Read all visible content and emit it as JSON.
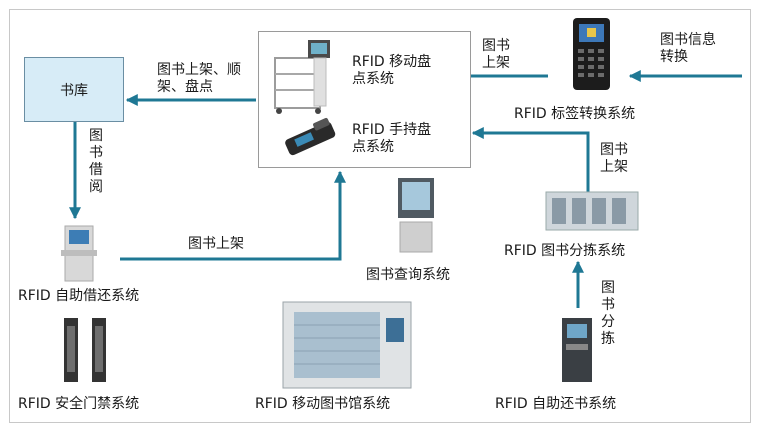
{
  "nodes": {
    "bookstore": "书库",
    "mobile_inventory": "RFID 移动盘点系统",
    "handheld_inventory": "RFID 手持盘点系统",
    "tag_conversion": "RFID 标签转换系统",
    "self_checkout": "RFID 自助借还系统",
    "book_query": "图书查询系统",
    "sorting": "RFID 图书分拣系统",
    "security_gate": "RFID 安全门禁系统",
    "mobile_library": "RFID 移动图书馆系统",
    "self_return": "RFID 自助还书系统"
  },
  "edges": {
    "info_conversion": "图书信息转换",
    "shelving_top": "图书上架",
    "shelving_ordering": "图书上架、顺架、盘点",
    "borrowing": "图书借阅",
    "shelving_mid": "图书上架",
    "shelving_right": "图书上架",
    "sorting_label": "图书分拣"
  },
  "colors": {
    "arrow": "#1f7894",
    "box_fill": "#d7ecf7"
  }
}
